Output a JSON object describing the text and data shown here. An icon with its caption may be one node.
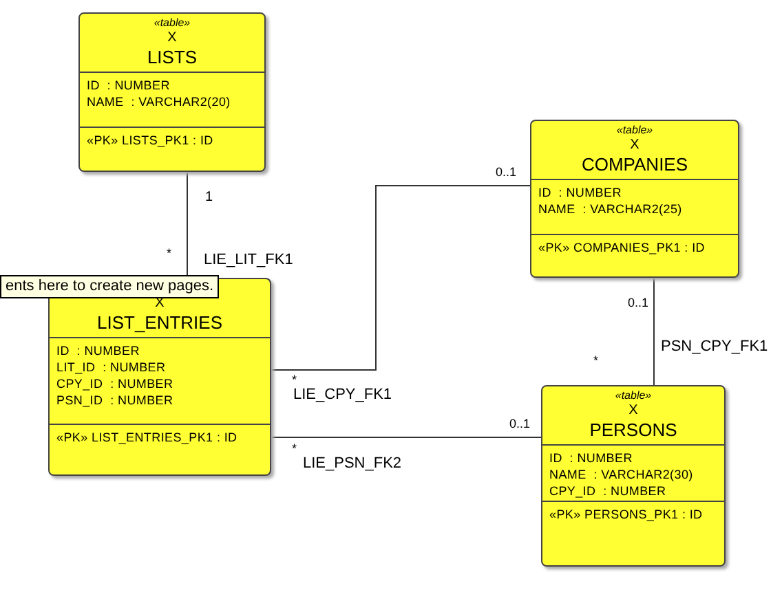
{
  "diagram": {
    "nodes": [
      {
        "text": [
          "«table»",
          "X",
          "LISTS",
          "ID  : NUMBER",
          "NAME  : VARCHAR2(20)",
          "«PK» LISTS_PK1 : ID"
        ]
      },
      {
        "text": [
          "«table»",
          "X",
          "COMPANIES",
          "ID  : NUMBER",
          "NAME  : VARCHAR2(25)",
          "«PK» COMPANIES_PK1 : ID"
        ]
      },
      {
        "text": [
          "X",
          "LIST_ENTRIES",
          "ID  : NUMBER",
          "LIT_ID  : NUMBER",
          "CPY_ID  : NUMBER",
          "PSN_ID  : NUMBER",
          "«PK» LIST_ENTRIES_PK1 : ID"
        ]
      },
      {
        "text": [
          "«table»",
          "X",
          "PERSONS",
          "ID  : NUMBER",
          "NAME  : VARCHAR2(30)",
          "CPY_ID  : NUMBER",
          "«PK» PERSONS_PK1 : ID"
        ]
      }
    ],
    "edges": [
      {
        "from": 0,
        "to": 2,
        "arrow": "none",
        "label": "LIE_LIT_FK1"
      },
      {
        "from": 2,
        "to": 1,
        "arrow": "none",
        "label": "LIE_CPY_FK1"
      },
      {
        "from": 2,
        "to": 3,
        "arrow": "none",
        "label": "LIE_PSN_FK2"
      },
      {
        "from": 1,
        "to": 3,
        "arrow": "none",
        "label": "PSN_CPY_FK1"
      }
    ],
    "labels": [
      "0..1",
      "1",
      "*",
      "ents here to create new pages.",
      "0..1",
      "*",
      "*",
      "0..1",
      "*"
    ]
  }
}
